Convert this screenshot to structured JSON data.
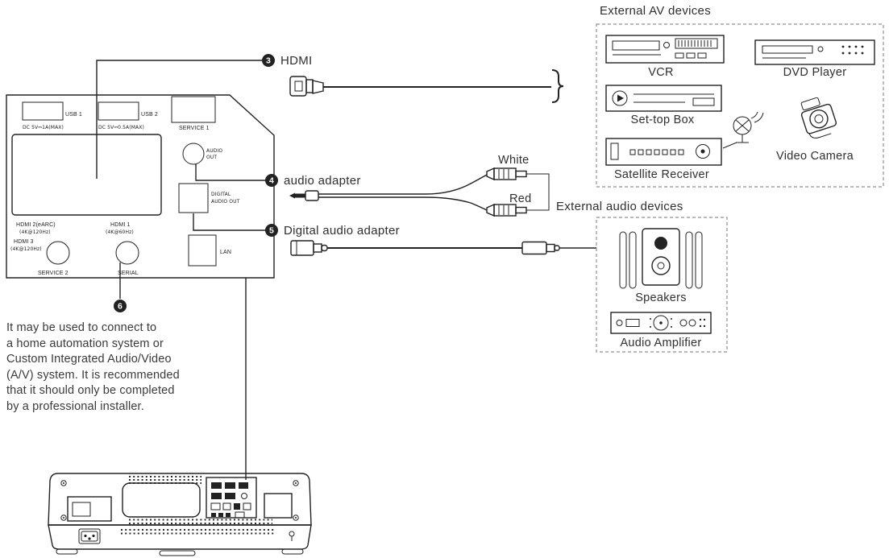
{
  "colors": {
    "ink": "#222222",
    "dashed_border": "#8f8f8f",
    "text": "#2f2f2f",
    "badge_fill": "#222222",
    "badge_text": "#ffffff"
  },
  "callouts": {
    "c3": {
      "number": "3",
      "label": "HDMI"
    },
    "c4": {
      "number": "4",
      "label": "audio adapter"
    },
    "c5": {
      "number": "5",
      "label": "Digital audio adapter"
    },
    "c6": {
      "number": "6"
    }
  },
  "panel": {
    "usb1_label": "USB 1",
    "usb1_spec": "DC 5V⎓1A(MAX)",
    "usb2_label": "USB 2",
    "usb2_spec": "DC 5V⎓0.5A(MAX)",
    "service1_label": "SERVICE 1",
    "audio_out_line1": "AUDIO",
    "audio_out_line2": "OUT",
    "digital_audio_line1": "DIGITAL",
    "digital_audio_line2": "AUDIO OUT",
    "hdmi2_label": "HDMI 2(eARC)",
    "hdmi2_spec": "(4K@120Hz)",
    "hdmi1_label": "HDMI 1",
    "hdmi1_spec": "(4K@60Hz)",
    "hdmi3_label": "HDMI 3",
    "hdmi3_spec": "(4K@120Hz)",
    "service2_label": "SERVICE 2",
    "serial_label": "SERIAL",
    "lan_label": "LAN"
  },
  "adapter": {
    "white_label": "White",
    "red_label": "Red"
  },
  "av_devices": {
    "title": "External AV devices",
    "vcr": "VCR",
    "dvd_player": "DVD Player",
    "set_top_box": "Set-top Box",
    "satellite_receiver": "Satellite Receiver",
    "video_camera": "Video Camera"
  },
  "audio_devices": {
    "title": "External audio devices",
    "speakers": "Speakers",
    "audio_amplifier": "Audio Amplifier"
  },
  "note": {
    "text": "It may be used to connect to\na home automation system or\nCustom Integrated Audio/Video\n(A/V) system. It is recommended\nthat it should only be completed\nby a professional installer."
  }
}
